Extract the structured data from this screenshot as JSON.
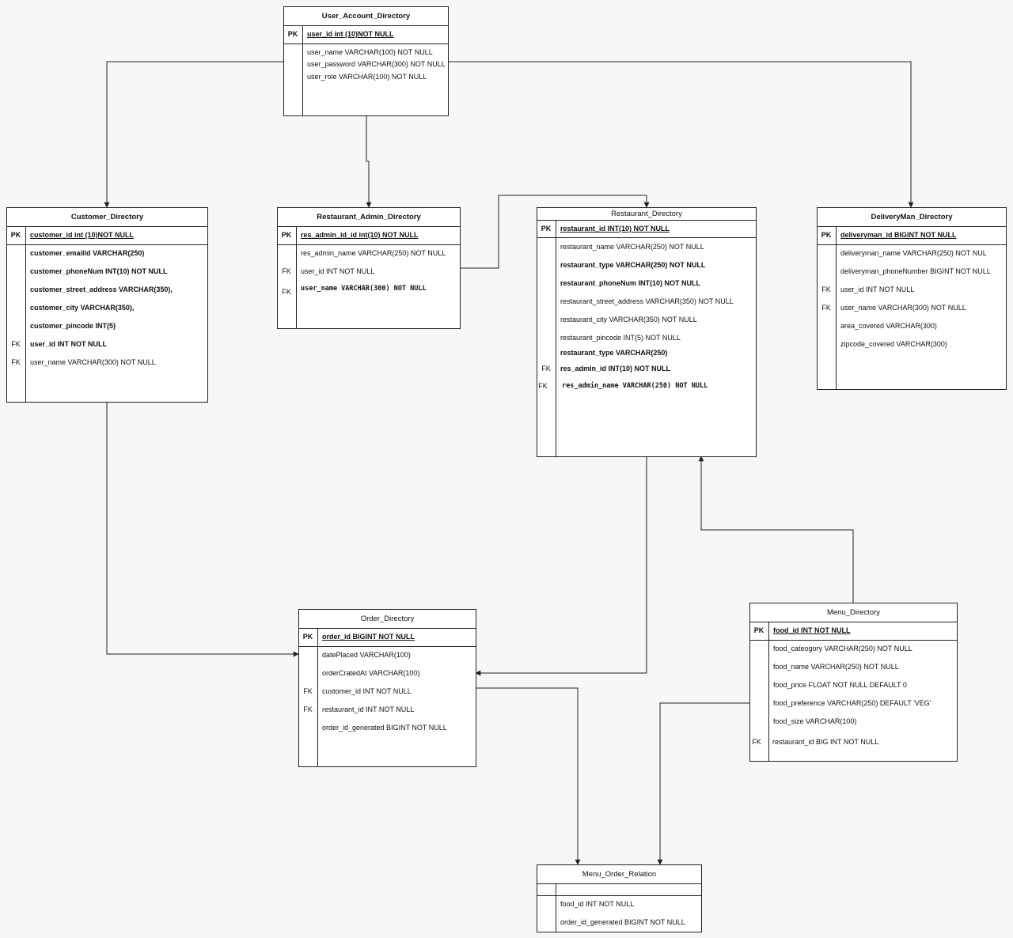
{
  "entities": {
    "user_account": {
      "title": "User_Account_Directory",
      "pk_key": "PK",
      "pk_attr": "user_id int (10)NOT NULL",
      "attrs": [
        "user_name VARCHAR(100) NOT NULL",
        "user_password VARCHAR(300) NOT NULL",
        "user_role VARCHAR(100) NOT NULL"
      ]
    },
    "customer": {
      "title": "Customer_Directory",
      "pk_key": "PK",
      "pk_attr": "customer_id int (10)NOT NULL",
      "attrs": [
        "customer_emailid VARCHAR(250)",
        " customer_phoneNum INT(10) NOT NULL",
        "customer_street_address VARCHAR(350),",
        "customer_city VARCHAR(350),",
        "customer_pincode INT(5)",
        "user_id INT NOT NULL",
        "user_name VARCHAR(300) NOT NULL"
      ],
      "fk_keys": [
        "FK",
        "FK"
      ]
    },
    "restaurant_admin": {
      "title": "Restaurant_Admin_Directory",
      "pk_key": "PK",
      "pk_attr": "res_admin_id_id int(10) NOT NULL",
      "attrs": [
        "res_admin_name VARCHAR(250) NOT NULL",
        "user_id INT NOT NULL",
        "user_name VARCHAR(300) NOT NULL"
      ],
      "fk_keys": [
        "FK",
        "FK"
      ]
    },
    "restaurant": {
      "title": "Restaurant_Directory",
      "pk_key": "PK",
      "pk_attr": "restaurant_id INT(10) NOT NULL",
      "attrs": [
        "restaurant_name VARCHAR(250) NOT NULL",
        "restaurant_type VARCHAR(250) NOT NULL",
        "restaurant_phoneNum INT(10) NOT NULL",
        "restaurant_street_address VARCHAR(350) NOT NULL",
        "restaurant_city VARCHAR(350) NOT NULL",
        "restaurant_pincode INT(5) NOT NULL",
        "restaurant_type VARCHAR(250)",
        "res_admin_id INT(10) NOT NULL",
        "res_admin_name VARCHAR(250) NOT NULL"
      ],
      "fk_keys": [
        "FK",
        "FK"
      ]
    },
    "deliveryman": {
      "title": "DeliveryMan_Directory",
      "pk_key": "PK",
      "pk_attr": "deliveryman_id BIGINT NOT NULL",
      "attrs": [
        "deliveryman_name VARCHAR(250) NOT NUL",
        "deliveryman_phoneNumber BIGINT NOT NULL",
        "user_id INT NOT NULL",
        "user_name VARCHAR(300) NOT NULL",
        "area_covered VARCHAR(300)",
        "zipcode_covered VARCHAR(300)"
      ],
      "fk_keys": [
        "FK",
        "FK"
      ]
    },
    "order": {
      "title": "Order_Directory",
      "pk_key": "PK",
      "pk_attr": "order_id BIGINT NOT NULL",
      "attrs": [
        "datePlaced VARCHAR(100)",
        "orderCratedAt VARCHAR(100)",
        "customer_id INT NOT NULL",
        "restaurant_id INT NOT NULL",
        "order_id_generated BIGINT NOT NULL"
      ],
      "fk_keys": [
        "FK",
        "FK"
      ]
    },
    "menu": {
      "title": "Menu_Directory",
      "pk_key": "PK",
      "pk_attr": "food_id INT NOT NULL",
      "attrs": [
        "food_cateogory VARCHAR(250) NOT NULL",
        "food_name VARCHAR(250) NOT NULL",
        "food_price FLOAT NOT NULL DEFAULT 0",
        "food_preference VARCHAR(250) DEFAULT 'VEG'",
        "food_size VARCHAR(100)",
        "restaurant_id BIG INT NOT NULL"
      ],
      "fk_keys": [
        "FK"
      ]
    },
    "menu_order": {
      "title": "Menu_Order_Relation",
      "attrs": [
        "food_id INT NOT NULL",
        "order_id_generated BIGINT NOT NULL"
      ]
    }
  },
  "colors": {
    "line": "#222222",
    "background": "#f7f7f7",
    "box": "#ffffff"
  }
}
